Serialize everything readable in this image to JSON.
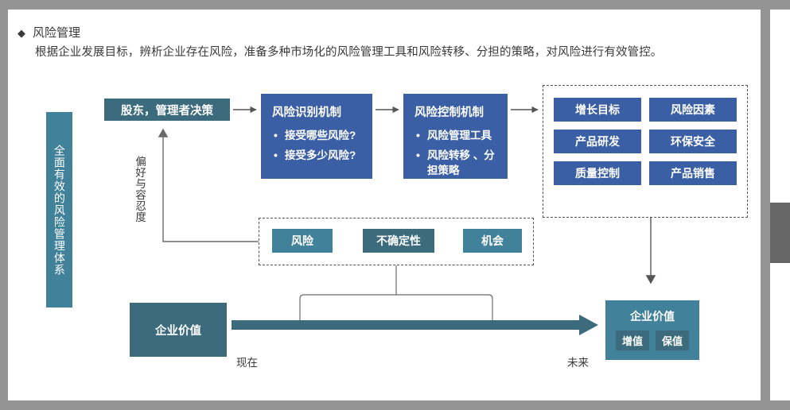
{
  "header": {
    "bullet_icon": "diamond-icon",
    "title": "风险管理",
    "description": "根据企业发展目标，辨析企业存在风险，准备多种市场化的风险管理工具和风险转移、分担的策略，对风险进行有效管控。"
  },
  "vertical_banner": {
    "label": "全面有效的风险管理体系"
  },
  "flow": {
    "decision_box": "股东，管理者决策",
    "feedback_label": "偏好与容忍度",
    "processes": [
      {
        "title": "风险识别机制",
        "bullets": [
          "接受哪些风险?",
          "接受多少风险?"
        ]
      },
      {
        "title": "风险控制机制",
        "bullets": [
          "风险管理工具",
          "风险转移 、分担策略"
        ]
      }
    ]
  },
  "outcome_grid": {
    "cells": [
      "增长目标",
      "风险因素",
      "产品研发",
      "环保安全",
      "质量控制",
      "产品销售"
    ]
  },
  "middle_group": {
    "chips": [
      "风险",
      "不确定性",
      "机会"
    ]
  },
  "timeline": {
    "left_box": "企业价值",
    "now_label": "现在",
    "future_label": "未来",
    "right_box": {
      "title": "企业价值",
      "subs": [
        "增值",
        "保值"
      ]
    }
  },
  "colors": {
    "blue": "#3b5fa5",
    "teal_dark": "#3c6b7d",
    "teal_light": "#41819a",
    "frame_gray": "#949494",
    "scroll_thumb": "#666666",
    "connector": "#555555",
    "text_dark": "#3a3a3a"
  }
}
